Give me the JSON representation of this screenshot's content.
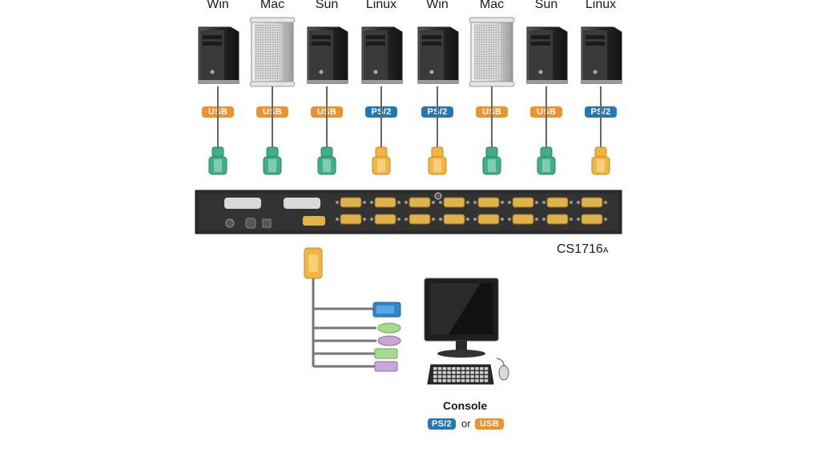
{
  "computers": [
    {
      "os": "Win",
      "style": "tower",
      "connector": "USB"
    },
    {
      "os": "Mac",
      "style": "mac",
      "connector": "USB"
    },
    {
      "os": "Sun",
      "style": "tower",
      "connector": "USB"
    },
    {
      "os": "Linux",
      "style": "tower",
      "connector": "PS/2"
    },
    {
      "os": "Win",
      "style": "tower",
      "connector": "PS/2"
    },
    {
      "os": "Mac",
      "style": "mac",
      "connector": "USB"
    },
    {
      "os": "Sun",
      "style": "tower",
      "connector": "USB"
    },
    {
      "os": "Linux",
      "style": "tower",
      "connector": "PS/2"
    }
  ],
  "device": {
    "model": "CS1716",
    "model_suffix": "A"
  },
  "console": {
    "title": "Console",
    "left_tag": "PS/2",
    "or_text": "or",
    "right_tag": "USB"
  },
  "colors": {
    "usb": "#f0922b",
    "ps2": "#2377b8",
    "usb_plug": "#3fae8a",
    "ps2_plug": "#f2b541",
    "device_body": "#2b2b2b",
    "vga_plug": "#2f86c8",
    "mouse_plug": "#a8d98f",
    "keyboard_plug": "#c7a6d8"
  }
}
